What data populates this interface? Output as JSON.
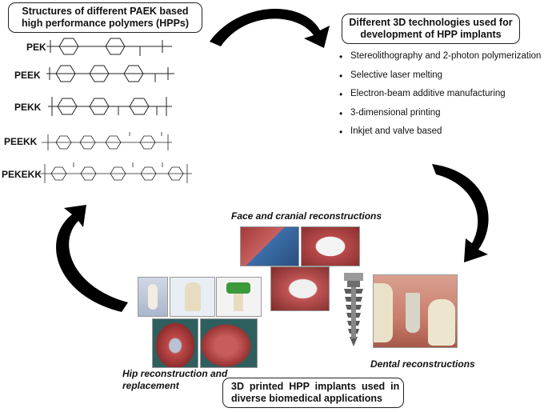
{
  "title_box": {
    "line1": "Structures of different PAEK based",
    "line2": "high performance polymers (HPPs)"
  },
  "tech_box": {
    "line1": "Different 3D technologies used for",
    "line2": "development of HPP implants"
  },
  "polymers": [
    {
      "name": "PEK"
    },
    {
      "name": "PEEK"
    },
    {
      "name": "PEKK"
    },
    {
      "name": "PEEKK"
    },
    {
      "name": "PEKEKK"
    }
  ],
  "technologies": [
    "Stereolithography and 2-photon polymerization",
    "Selective laser melting",
    " Electron-beam additive manufacturing",
    "3-dimensional printing",
    "Inkjet and  valve based"
  ],
  "captions": {
    "face": "Face and cranial reconstructions",
    "hip_line1": "Hip reconstruction and",
    "hip_line2": "replacement",
    "dental": "Dental reconstructions"
  },
  "bottom_box": {
    "line1": "3D  printed  HPP  implants  used  in",
    "line2": "diverse biomedical applications"
  },
  "colors": {
    "arrow": "#000000",
    "tissue": "#b84a4a",
    "drape_blue": "#3b6ea8",
    "implant_green": "#3c9a3c",
    "bone": "#e8dcc0",
    "gum": "#d99a8a",
    "tooth": "#e9e2c8"
  },
  "icons": {
    "bullet": "•"
  }
}
